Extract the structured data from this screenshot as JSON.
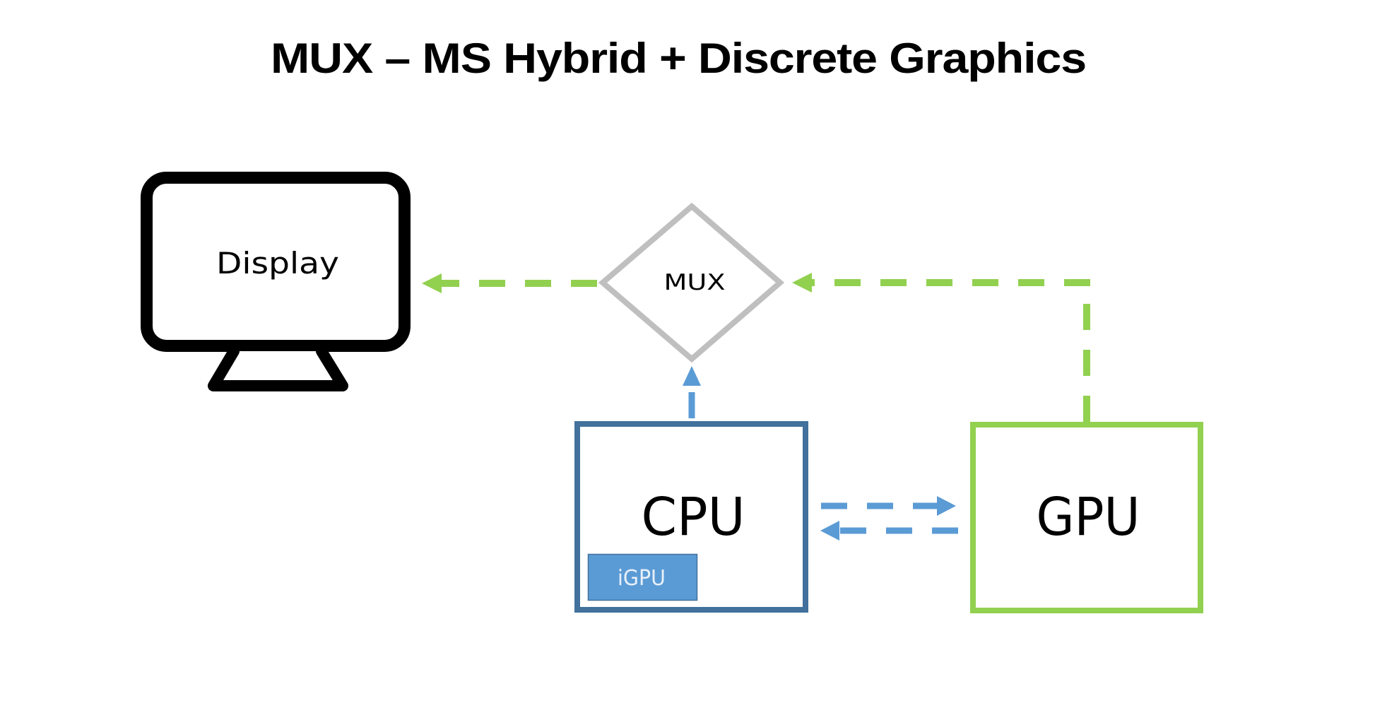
{
  "title": "MUX – MS Hybrid + Discrete Graphics",
  "nodes": {
    "display": {
      "label": "Display",
      "icon": "monitor-icon",
      "stroke_color": "#000000"
    },
    "mux": {
      "label": "MUX",
      "shape": "diamond",
      "stroke_color": "#BFBFBF"
    },
    "cpu": {
      "label": "CPU",
      "stroke_color": "#41719C"
    },
    "igpu": {
      "label": "iGPU",
      "fill_color": "#5B9BD5",
      "border_color": "#41719C"
    },
    "gpu": {
      "label": "GPU",
      "stroke_color": "#92D050"
    }
  },
  "edges": [
    {
      "from": "mux",
      "to": "display",
      "style": "dashed",
      "color": "#92D050",
      "arrow": "end"
    },
    {
      "from": "gpu",
      "to": "mux",
      "style": "dashed",
      "color": "#92D050",
      "arrow": "end",
      "route": "up-then-left"
    },
    {
      "from": "cpu",
      "to": "mux",
      "style": "dashed",
      "color": "#5B9BD5",
      "arrow": "end"
    },
    {
      "from": "cpu",
      "to": "gpu",
      "style": "dashed",
      "color": "#5B9BD5",
      "arrow": "end"
    },
    {
      "from": "gpu",
      "to": "cpu",
      "style": "dashed",
      "color": "#5B9BD5",
      "arrow": "end"
    }
  ],
  "colors": {
    "background": "#FFFFFF",
    "green": "#92D050",
    "blue": "#5B9BD5",
    "dark_blue": "#41719C",
    "gray": "#BFBFBF",
    "text": "#000000"
  }
}
